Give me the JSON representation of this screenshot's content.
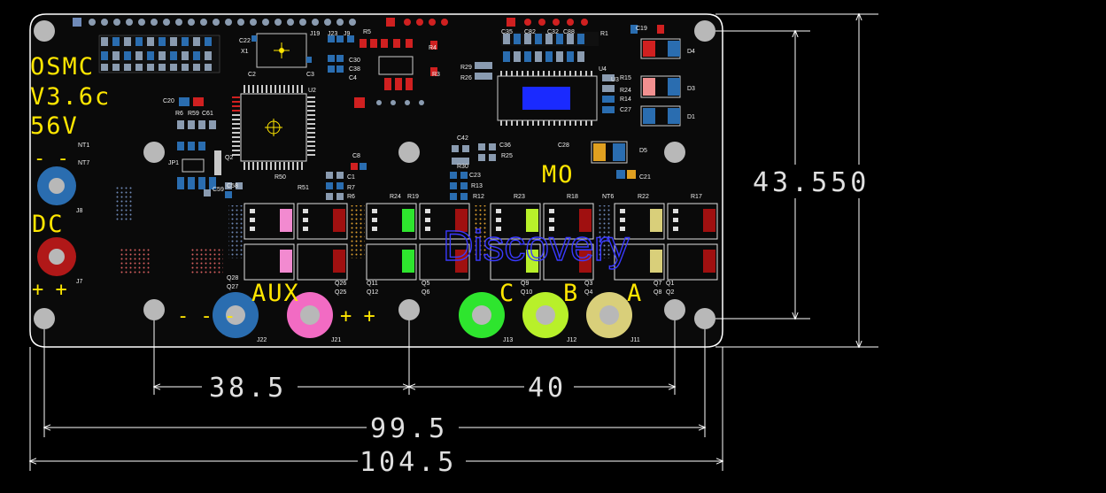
{
  "board": {
    "silkscreen": {
      "title_line1": "OSMC",
      "title_line2": "V3.6c",
      "title_line3": "56V",
      "dc_label": "DC",
      "aux_label": "AUX",
      "mo_label": "MO",
      "phase_c": "C",
      "phase_b": "B",
      "phase_a": "A",
      "watermark": "Discovery",
      "plus_left": "+ +",
      "plus_mid": "+ +",
      "minus_top": "- -",
      "minus_mid": "- - -"
    },
    "colors": {
      "board": "#0a0a0a",
      "outline": "#ffffff",
      "silkscreen": "#ffe600",
      "pad_grey": "#b8b8b8",
      "pad_blue": "#2a6db0",
      "pad_red": "#b01818",
      "pad_pink": "#f26bc3",
      "pad_green": "#2ee52e",
      "pad_lime": "#b8f02a",
      "pad_khaki": "#d9cf7a",
      "dimension": "#ffffff"
    },
    "connectors": [
      {
        "ref": "J8",
        "color": "blue"
      },
      {
        "ref": "J7",
        "color": "red"
      },
      {
        "ref": "J22",
        "color": "blue"
      },
      {
        "ref": "J21",
        "color": "pink"
      },
      {
        "ref": "J13",
        "color": "green"
      },
      {
        "ref": "J12",
        "color": "lime"
      },
      {
        "ref": "J11",
        "color": "khaki"
      }
    ],
    "refdes": [
      "C22",
      "X1",
      "J19",
      "J23",
      "J9",
      "R5",
      "C2",
      "C3",
      "U2",
      "C30",
      "C38",
      "C4",
      "R4",
      "R3",
      "R29",
      "R26",
      "C35",
      "C82",
      "C32",
      "C88",
      "R1",
      "C19",
      "D4",
      "U4",
      "R15",
      "R24",
      "R14",
      "C27",
      "D3",
      "D1",
      "U3",
      "C20",
      "R6",
      "R59",
      "C61",
      "NT1",
      "NT7",
      "Q2",
      "JP1",
      "R50",
      "R51",
      "C1",
      "R7",
      "R6",
      "C8",
      "C59",
      "C58",
      "R24",
      "R19",
      "R23",
      "R18",
      "R22",
      "R17",
      "C42",
      "C36",
      "R25",
      "R30",
      "C23",
      "R13",
      "R12",
      "C28",
      "D5",
      "C21",
      "NT6",
      "Q28",
      "Q27",
      "Q26",
      "Q25",
      "Q11",
      "Q12",
      "Q5",
      "Q6",
      "Q9",
      "Q10",
      "Q3",
      "Q4",
      "Q7",
      "Q8",
      "Q1",
      "Q2"
    ]
  },
  "dimensions": {
    "width_mid": "38.5",
    "width_right": "40",
    "width_holes": "99.5",
    "width_total": "104.5",
    "height": "43.550"
  }
}
